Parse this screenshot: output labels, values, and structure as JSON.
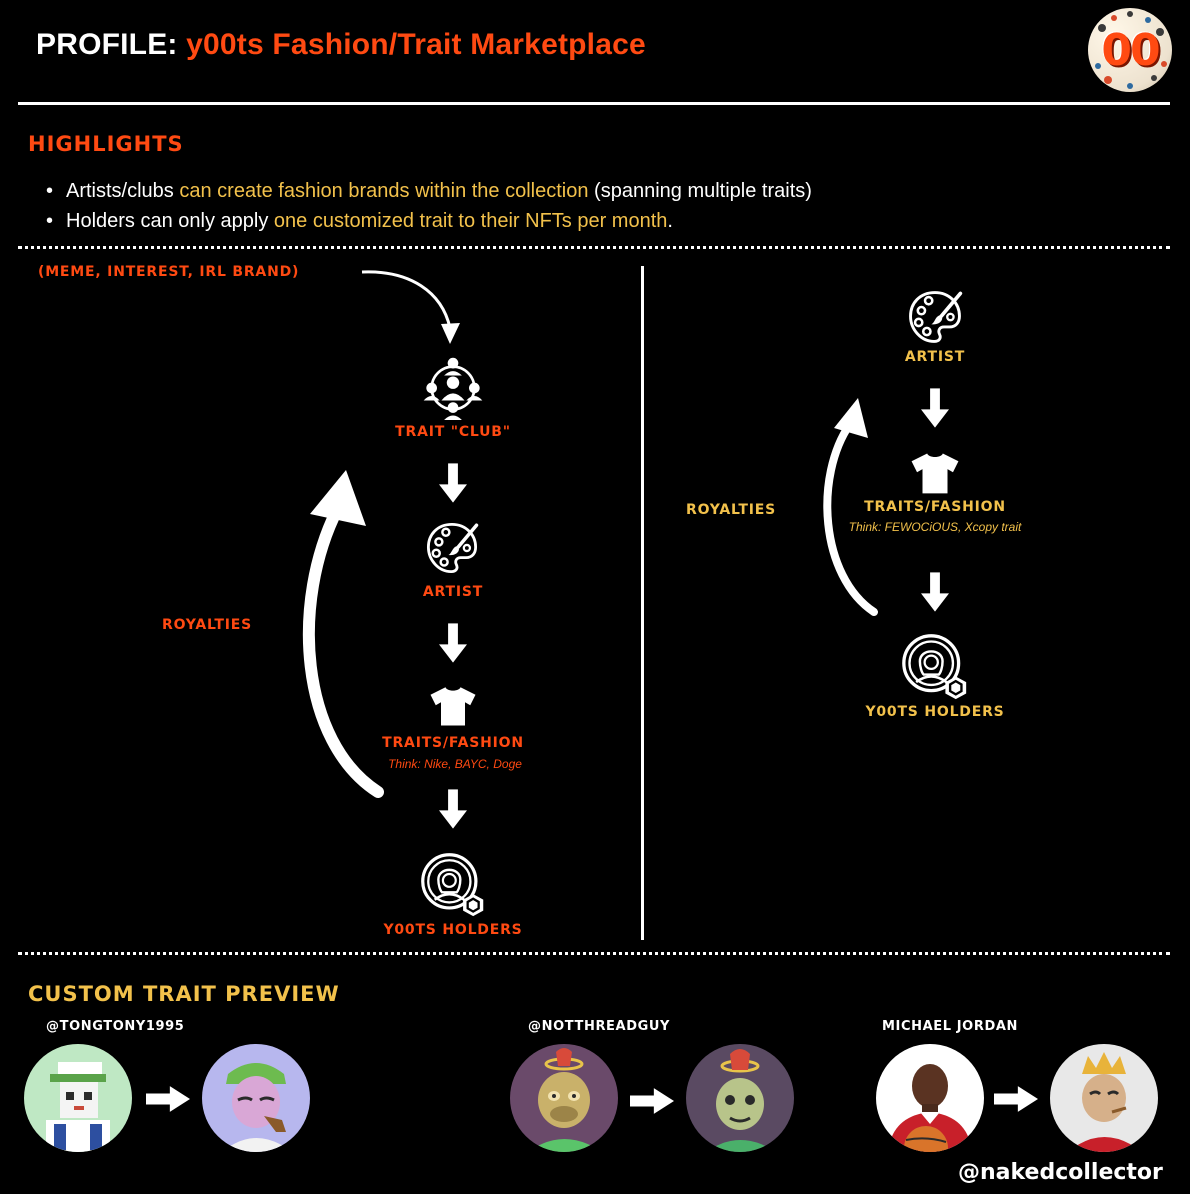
{
  "header": {
    "title_prefix": "PROFILE: ",
    "title_accent": "y00ts Fashion/Trait Marketplace",
    "logo_text": "00"
  },
  "highlights": {
    "heading": "HIGHLIGHTS",
    "bullets": [
      {
        "pre": "Artists/clubs ",
        "hl": "can create fashion brands within the collection",
        "post": " (spanning multiple traits)"
      },
      {
        "pre": "Holders can only apply ",
        "hl": "one customized trait to their NFTs per month",
        "post": "."
      }
    ]
  },
  "diagram_left": {
    "source_note": "(MEME, INTEREST, IRL BRAND)",
    "club_label": "TRAIT \"CLUB\"",
    "artist_label": "ARTIST",
    "traits_label": "TRAITS/FASHION",
    "traits_sub": "Think: Nike, BAYC,  Doge",
    "holders_label": "Y00TS HOLDERS",
    "royalties_label": "ROYALTIES"
  },
  "diagram_right": {
    "artist_label": "ARTIST",
    "traits_label": "TRAITS/FASHION",
    "traits_sub": "Think: FEWOCiOUS, Xcopy trait",
    "holders_label": "Y00TS HOLDERS",
    "royalties_label": "ROYALTIES"
  },
  "preview": {
    "heading": "CUSTOM TRAIT PREVIEW",
    "groups": [
      {
        "handle": "@TONGTONY1995"
      },
      {
        "handle": "@NOTTHREADGUY"
      },
      {
        "handle": "MICHAEL JORDAN"
      }
    ]
  },
  "footer": {
    "handle": "@nakedcollector"
  },
  "colors": {
    "accent_orange": "#ff4a12",
    "accent_yellow": "#f2c14b",
    "background": "#000000",
    "foreground": "#ffffff"
  },
  "icons": [
    "community-icon",
    "palette-icon",
    "tshirt-icon",
    "user-badge-icon",
    "down-arrow-icon",
    "curved-arrow-icon",
    "right-arrow-icon"
  ]
}
